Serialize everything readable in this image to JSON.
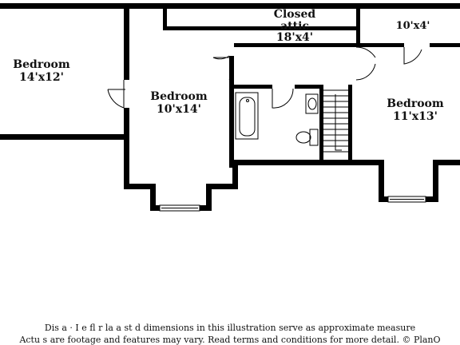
{
  "rooms": {
    "bedroom_left": {
      "name": "Bedroom",
      "size": "14'x12'"
    },
    "bedroom_center": {
      "name": "Bedroom",
      "size": "10'x14'"
    },
    "closed_attic": {
      "name": "Closed",
      "name2": "attic",
      "size": "18'x4'"
    },
    "closet_right": {
      "size": "10'x4'"
    },
    "bedroom_right": {
      "name": "Bedroom",
      "size": "11'x13'"
    }
  },
  "disclaimer": {
    "line1": "Dis a   ·  I  e fl   r la  a   st  d dimensions in this illustration serve as approximate measure",
    "line2": "Actu   s  are footage and features may vary. Read terms and conditions for more detail. © PlanO"
  },
  "colors": {
    "wall": "#000000",
    "background": "#ffffff",
    "text": "#111111"
  }
}
